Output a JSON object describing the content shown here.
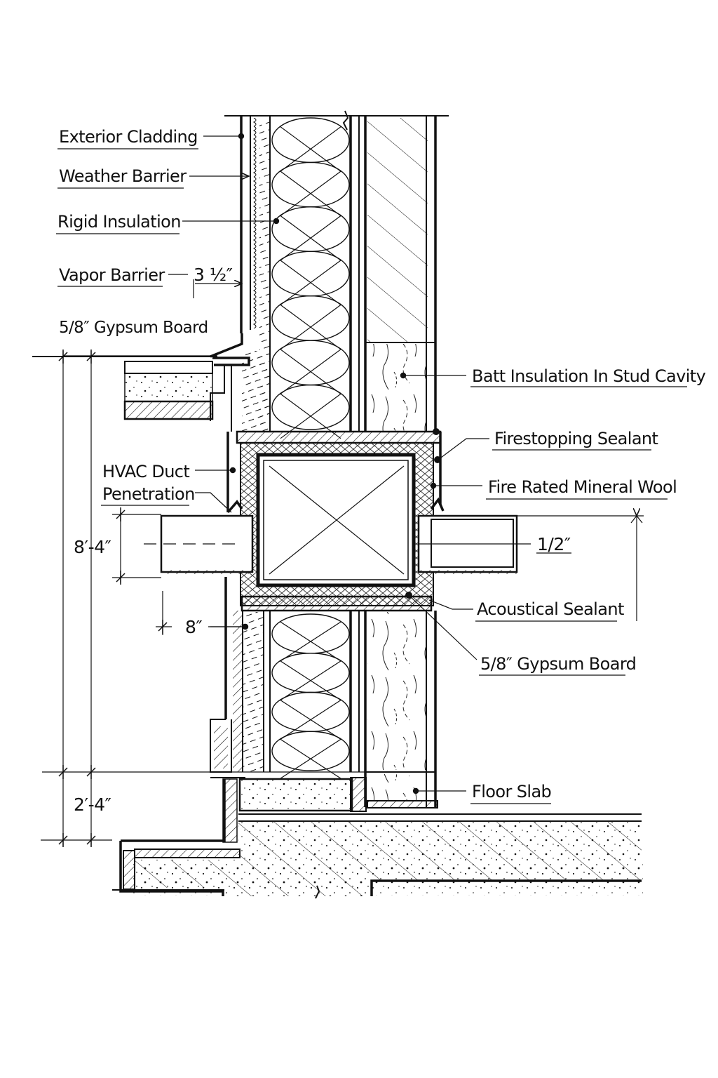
{
  "drawing": {
    "title": "HVAC Duct Penetration Wall Section Detail",
    "colors": {
      "ink": "#111111",
      "paper": "#ffffff"
    }
  },
  "labels": {
    "exterior_cladding": "Exterior Cladding",
    "weather_barrier": "Weather Barrier",
    "rigid_insulation": "Rigid Insulation",
    "vapor_barrier": "Vapor Barrier",
    "gypsum_board_top": "5/8″ Gypsum Board",
    "batt_insulation": "Batt Insulation In Stud Cavity",
    "firestopping_sealant": "Firestopping Sealant",
    "hvac_duct_line1": "HVAC Duct",
    "hvac_duct_line2": "Penetration",
    "fire_rated_mineral_wool": "Fire Rated Mineral Wool",
    "acoustical_sealant": "Acoustical Sealant",
    "gypsum_board_bottom": "5/8″ Gypsum Board",
    "floor_slab": "Floor Slab"
  },
  "dimensions": {
    "three_half": "3 ½″",
    "eight_four": "8′-4″",
    "eight_inch": "8″",
    "half_inch": "1/2″",
    "two_four": "2′-4″"
  }
}
